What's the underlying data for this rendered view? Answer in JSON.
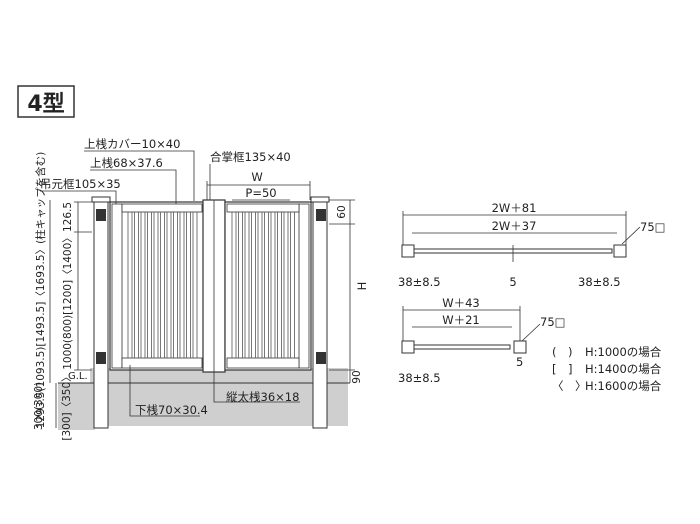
{
  "title": "4型",
  "labels": {
    "top_rail_cover": "上桟カバー10×40",
    "top_rail": "上桟68×37.6",
    "meeting_frame": "合掌框135×40",
    "hinge_frame": "吊元框105×35",
    "bottom_rail": "下桟70×30.4",
    "vertical_bar": "縦太桟36×18",
    "gl": "G.L."
  },
  "dims": {
    "w": "W",
    "pitch": "P=50",
    "d126": "126.5",
    "d60": "60",
    "height_stack": "1293.5(1093.5)[1493.5]〈1693.5〉(柱キャップを含む)",
    "panel_stack": "1000(800)[1200]〈1400〉",
    "h": "H",
    "d90": "90",
    "embed_left": "300(300)",
    "embed_right": "[300]〈350〉"
  },
  "plan_double": {
    "outer": "2W＋81",
    "inner": "2W＋37",
    "post": "75□",
    "left_offset": "38±8.5",
    "center": "5",
    "right_offset": "38±8.5"
  },
  "plan_single": {
    "outer": "W＋43",
    "inner": "W＋21",
    "post": "75□",
    "left_offset": "38±8.5",
    "gap": "5"
  },
  "legend": [
    {
      "mark": "(　)",
      "text": "H:1000の場合"
    },
    {
      "mark": "[　]",
      "text": "H:1400の場合"
    },
    {
      "mark": "〈　〉",
      "text": "H:1600の場合"
    }
  ]
}
